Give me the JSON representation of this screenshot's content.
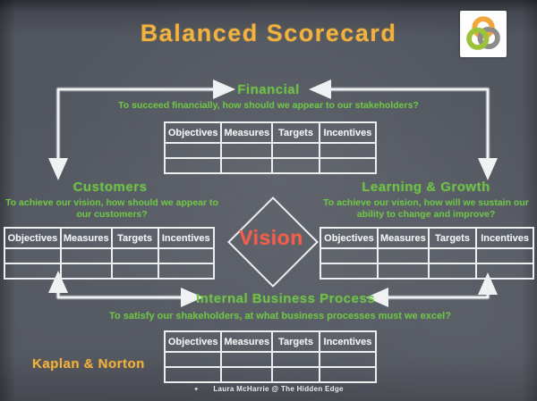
{
  "title": "Balanced Scorecard",
  "colors": {
    "background": "#52565f",
    "accent_orange": "#f2b23d",
    "accent_green": "#6fc14a",
    "accent_red": "#f45f4c",
    "chalk_white": "#f0f1f3",
    "logo_orange": "#f0a63c",
    "logo_green": "#9cc23c",
    "logo_gray": "#8b8b8b"
  },
  "table": {
    "headers": [
      "Objectives",
      "Measures",
      "Targets",
      "Incentives"
    ],
    "rows": [
      [
        "",
        "",
        "",
        ""
      ],
      [
        "",
        "",
        "",
        ""
      ]
    ]
  },
  "sections": {
    "financial": {
      "label": "Financial",
      "question": "To succeed financially, how should we appear to our stakeholders?"
    },
    "customers": {
      "label": "Customers",
      "question": "To achieve our vision, how should we appear to our customers?"
    },
    "learning": {
      "label": "Learning & Growth",
      "question": "To achieve our vision, how will we sustain our ability to change and improve?"
    },
    "internal": {
      "label": "Internal Business Process",
      "question": "To satisfy our shakeholders, at what business processes must we excel?"
    }
  },
  "vision": {
    "label": "Vision"
  },
  "attribution": {
    "authors": "Kaplan & Norton",
    "credit_bullet": "✦",
    "credit": "Laura McHarrie @ The Hidden Edge"
  }
}
